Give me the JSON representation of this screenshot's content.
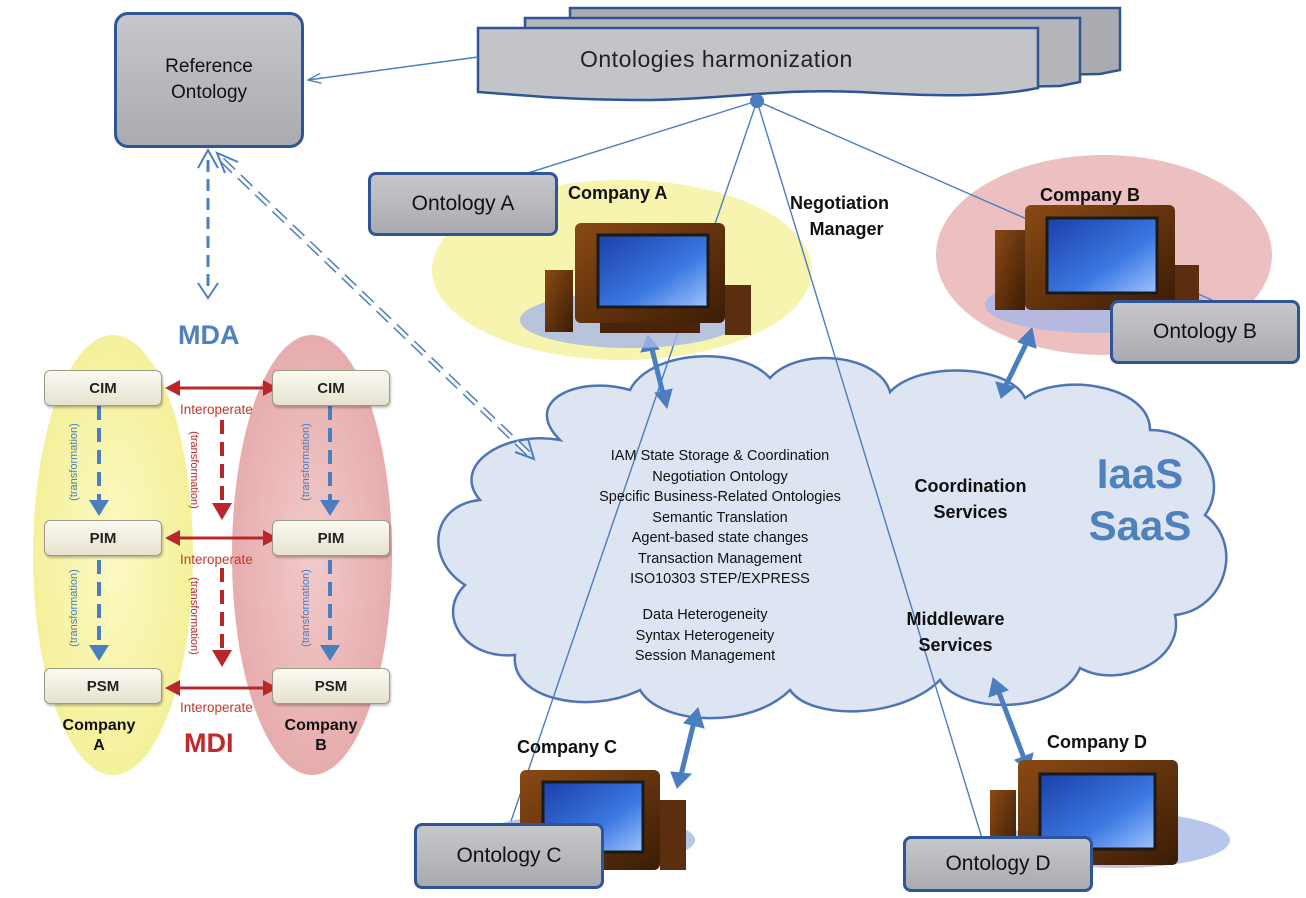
{
  "harmonization": {
    "label": "Ontologies harmonization"
  },
  "reference": {
    "line1": "Reference",
    "line2": "Ontology"
  },
  "negotiation_manager": {
    "line1": "Negotiation",
    "line2": "Manager"
  },
  "companies": {
    "a": {
      "name": "Company A",
      "ontology": "Ontology A"
    },
    "b": {
      "name": "Company B",
      "ontology": "Ontology B"
    },
    "c": {
      "name": "Company C",
      "ontology": "Ontology C"
    },
    "d": {
      "name": "Company D",
      "ontology": "Ontology D"
    }
  },
  "cloud": {
    "items_top": [
      "IAM State Storage & Coordination",
      "Negotiation Ontology",
      "Specific Business-Related Ontologies",
      "Semantic Translation",
      "Agent-based state changes",
      "Transaction Management",
      "ISO10303 STEP/EXPRESS"
    ],
    "items_bottom": [
      "Data Heterogeneity",
      "Syntax Heterogeneity",
      "Session Management"
    ],
    "coordination": {
      "line1": "Coordination",
      "line2": "Services"
    },
    "middleware": {
      "line1": "Middleware",
      "line2": "Services"
    },
    "service_models": {
      "line1": "IaaS",
      "line2": "SaaS"
    }
  },
  "mda_section": {
    "mda_label": "MDA",
    "mdi_label": "MDI",
    "levels": [
      "CIM",
      "PIM",
      "PSM"
    ],
    "interoperate": "Interoperate",
    "transformation": "(transformation)",
    "company_a": {
      "line1": "Company",
      "line2": "A"
    },
    "company_b": {
      "line1": "Company",
      "line2": "B"
    }
  },
  "colors": {
    "arrow_blue": "#4a7ebf",
    "arrow_red": "#b8282a",
    "mda_blue": "#4f81bd",
    "mdi_red": "#c0282b",
    "cloud_fill": "#dde4f2",
    "yellow_ellipse": "#f6f3a0",
    "pink_ellipse": "#e9b3b5"
  }
}
